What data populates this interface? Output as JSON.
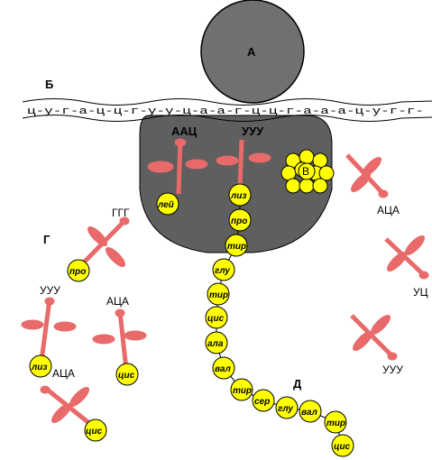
{
  "labels": {
    "A": "А",
    "B": "Б",
    "V": "В",
    "G": "Г",
    "D": "Д"
  },
  "mrna": {
    "sequence": "ц-у-г-а-ц-ц-г-у-у-ц-а-а-г-ц-ц-г-а-а-а-ц-у-г-г-"
  },
  "codons_on_ribosome": [
    "ААЦ",
    "УУУ"
  ],
  "trna": [
    {
      "anticodon": "ГГГ",
      "amino_acid": "про"
    },
    {
      "anticodon": "УУУ",
      "amino_acid": "лиз"
    },
    {
      "anticodon": "АЦА",
      "amino_acid": "цис"
    },
    {
      "anticodon": "АЦА",
      "amino_acid": "цис"
    },
    {
      "anticodon": "АЦА",
      "amino_acid": ""
    },
    {
      "anticodon": "УЦ",
      "amino_acid": ""
    },
    {
      "anticodon": "УУУ",
      "amino_acid": ""
    }
  ],
  "ribosome_trna": [
    {
      "amino_acid": "лей"
    },
    {
      "amino_acid": "лиз"
    }
  ],
  "peptide_chain": [
    "лиз",
    "про",
    "тир",
    "глу",
    "тир",
    "цис",
    "ала",
    "вал",
    "тир",
    "сер",
    "глу",
    "вал",
    "тир",
    "цис"
  ],
  "colors": {
    "ribosome": "#5f5f5f",
    "trna": "#e86a6a",
    "amino_acid": "#ffff00",
    "subunit_A": "#707070"
  }
}
